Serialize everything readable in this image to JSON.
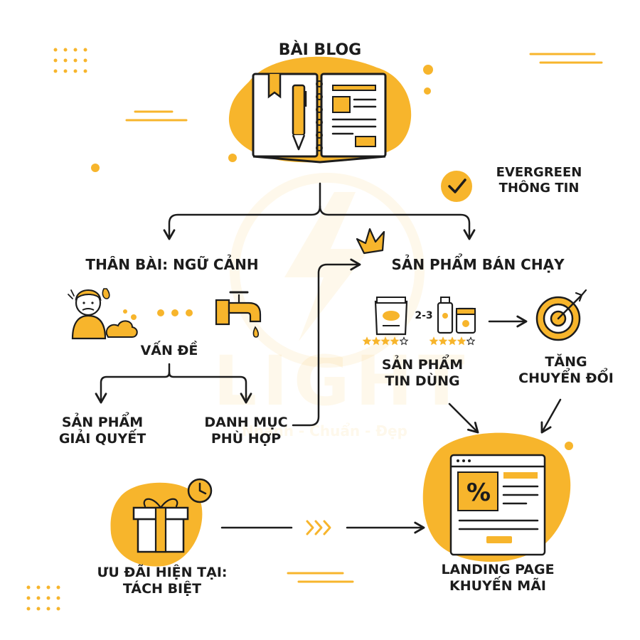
{
  "title": "BÀI BLOG",
  "evergreen": {
    "line1": "EVERGREEN",
    "line2": "THÔNG TIN"
  },
  "context_heading": "THÂN BÀI: NGỮ CẢNH",
  "problem_label": "VẤN ĐỀ",
  "solution_product": {
    "line1": "SẢN PHẨM",
    "line2": "GIẢI QUYẾT"
  },
  "matching_category": {
    "line1": "DANH MỤC",
    "line2": "PHÙ HỢP"
  },
  "bestsellers_heading": "SẢN PHẨM BÁN CHẠY",
  "product_count": "2-3",
  "trusted_products": {
    "line1": "SẢN PHẨM",
    "line2": "TIN DÙNG"
  },
  "increase_conversion": {
    "line1": "TĂNG",
    "line2": "CHUYỂN ĐỔI"
  },
  "current_offer": {
    "line1": "ƯU ĐÃI HIỆN TẠI:",
    "line2": "TÁCH BIỆT"
  },
  "landing_page": {
    "line1": "LANDING PAGE",
    "line2": "KHUYẾN MÃI"
  },
  "discount_symbol": "%",
  "watermark": {
    "brand": "LIGHT",
    "tagline": "Nhanh - Chuẩn - Đẹp"
  },
  "ratings": [
    4,
    4
  ],
  "icons": [
    "notebook-icon",
    "pen-icon",
    "check-circle-icon",
    "crown-icon",
    "stressed-person-icon",
    "dots-icon",
    "faucet-icon",
    "product-bag-icon",
    "bottle-icon",
    "jar-icon",
    "target-icon",
    "gift-icon",
    "clock-icon",
    "browser-icon",
    "chevrons-icon"
  ],
  "colors": {
    "accent": "#f7b52c",
    "accent_light": "#fcd168",
    "ink": "#1c1c1c",
    "background": "#ffffff"
  }
}
